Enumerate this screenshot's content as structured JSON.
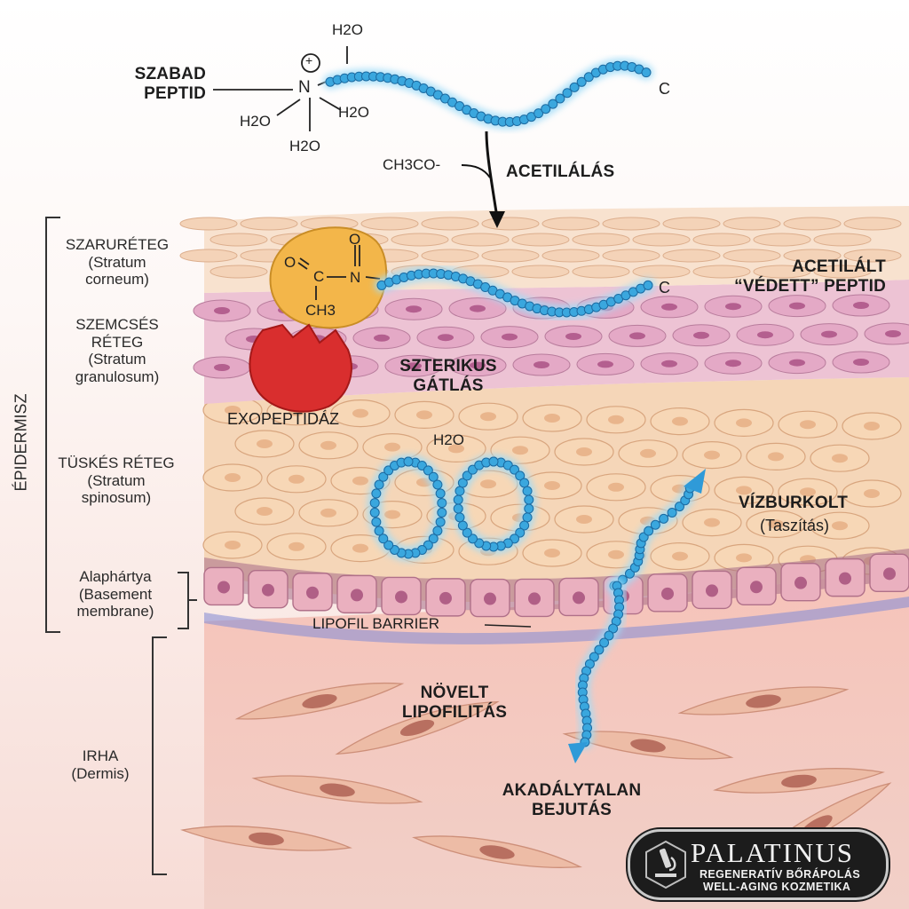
{
  "labels": {
    "szabad_peptid": [
      "SZABAD",
      "PEPTID"
    ],
    "acetilalas": "ACETILÁLÁS",
    "ch3co": "CH3CO-",
    "c_terminal": "C",
    "acetilalt": [
      "ACETILÁLT",
      "“VÉDETT” PEPTID"
    ],
    "szterikus": [
      "SZTERIKUS",
      "GÁTLÁS"
    ],
    "exopeptidaz": "EXOPEPTIDÁZ",
    "h2o": "H2O",
    "vizburkolt": "VÍZBURKOLT",
    "taszitas": "(Taszítás)",
    "lipofil_barrier": "LIPOFIL BARRIER",
    "novelt": [
      "NÖVELT",
      "LIPOFILITÁS"
    ],
    "akadalytalan": [
      "AKADÁLYTALAN",
      "BEJUTÁS"
    ],
    "n_atom": "N",
    "o_atom": "O",
    "charge": "+",
    "ch3_group": "CH3"
  },
  "side_labels": {
    "epidermisz": "ÉPIDERMISZ",
    "szaruretg": [
      "SZARURÉTEG",
      "(Stratum",
      "corneum)"
    ],
    "szemcses": [
      "SZEMCSÉS",
      "RÉTEG",
      "(Stratum",
      "granulosum)"
    ],
    "tuskes": [
      "TÜSKÉS RÉTEG",
      "(Stratum",
      "spinosum)"
    ],
    "alaphartya": [
      "Alaphártya",
      "(Basement",
      "membrane)"
    ],
    "irha": [
      "IRHA",
      "(Dermis)"
    ]
  },
  "logo": {
    "name": "PALATINUS",
    "line1": "REGENERATÍV BŐRÁPOLÁS",
    "line2": "WELL-AGING KOZMETIKA"
  },
  "colors": {
    "peptide": "#3aa7de",
    "peptide_glow": "#9fdcf8",
    "acetyl_blob": "#f3b64a",
    "enzyme": "#d92e2e",
    "corneum": "#f6d9c2",
    "granulosum": "#e8b8cf",
    "spinosum": "#f2cfac",
    "basal": "#eab0b8",
    "dermis": "#f2bcb2",
    "fibroblast": "#e8b096"
  }
}
